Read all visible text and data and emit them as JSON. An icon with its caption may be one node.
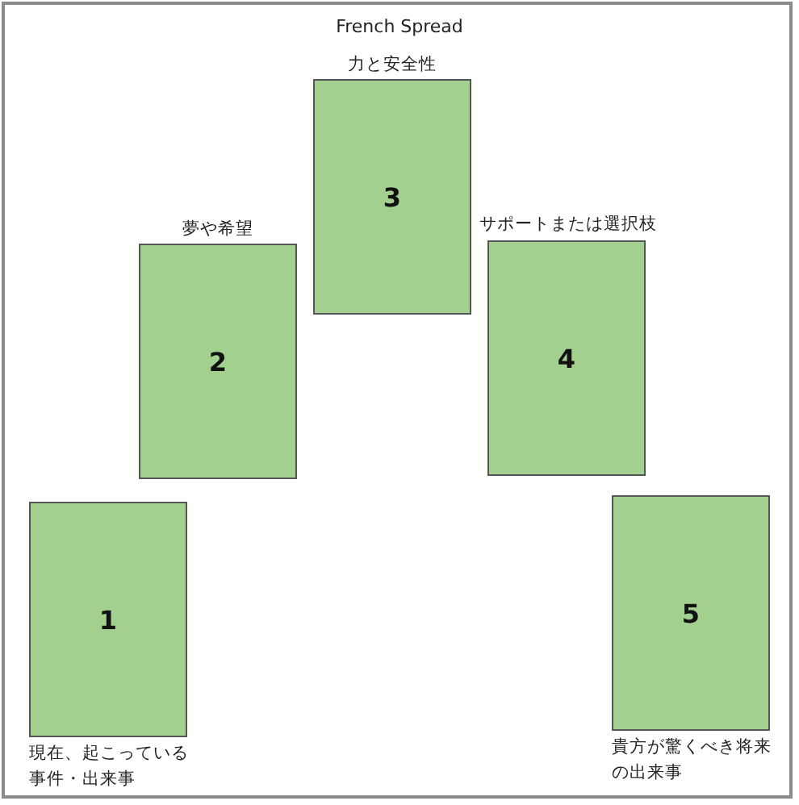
{
  "diagram": {
    "title": "French Spread",
    "nodes": [
      {
        "text": [
          "1"
        ],
        "beside": [
          "現在、起こっている事件・出来事"
        ]
      },
      {
        "text": [
          "2"
        ],
        "beside": [
          "夢や希望"
        ]
      },
      {
        "text": [
          "3"
        ],
        "beside": [
          "力と安全性"
        ]
      },
      {
        "text": [
          "4"
        ],
        "beside": [
          "サポートまたは選択枝"
        ]
      },
      {
        "text": [
          "5"
        ],
        "beside": [
          "貴方が驚くべき将来の出来事"
        ]
      }
    ],
    "edges": []
  }
}
